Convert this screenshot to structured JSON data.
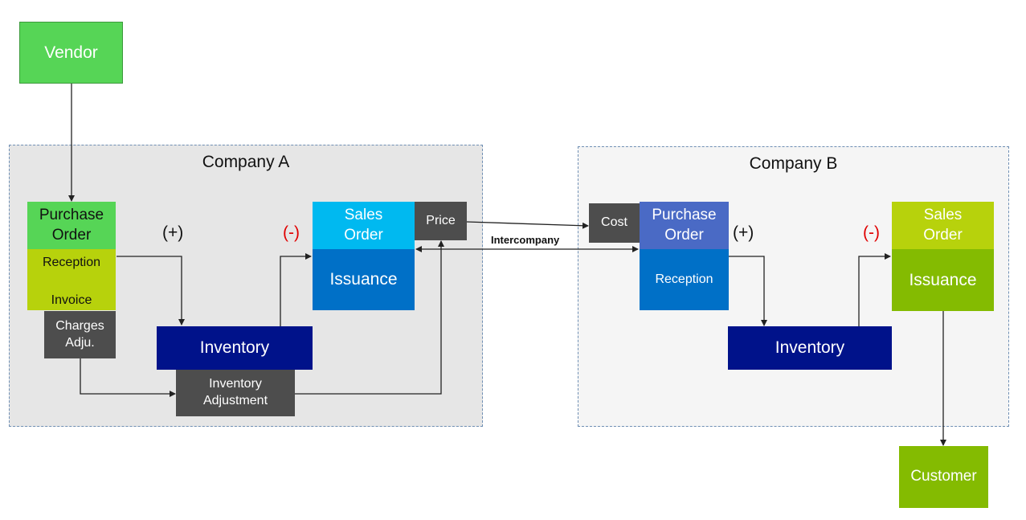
{
  "external": {
    "vendor": "Vendor",
    "customer": "Customer"
  },
  "company_a": {
    "title": "Company A",
    "purchase_order": "Purchase Order",
    "reception": "Reception",
    "invoice": "Invoice",
    "charges_adju": "Charges Adju.",
    "inventory": "Inventory",
    "inventory_adjustment": "Inventory Adjustment",
    "sales_order": "Sales Order",
    "price": "Price",
    "issuance": "Issuance",
    "plus_sign": "(+)",
    "minus_sign": "(-)"
  },
  "company_b": {
    "title": "Company B",
    "cost": "Cost",
    "purchase_order": "Purchase Order",
    "reception": "Reception",
    "inventory": "Inventory",
    "sales_order": "Sales Order",
    "issuance": "Issuance",
    "plus_sign": "(+)",
    "minus_sign": "(-)"
  },
  "links": {
    "intercompany": "Intercompany"
  },
  "colors": {
    "vendor_green": "#56d556",
    "reception_lime": "#b7d20c",
    "dark_gray": "#4d4d4d",
    "inventory_navy": "#00128a",
    "sales_cyan": "#00b9f0",
    "issuance_blue": "#0070c7",
    "purchase_b_blue": "#4a6ac5",
    "olive_green": "#84bb01",
    "minus_red": "#e00000"
  }
}
